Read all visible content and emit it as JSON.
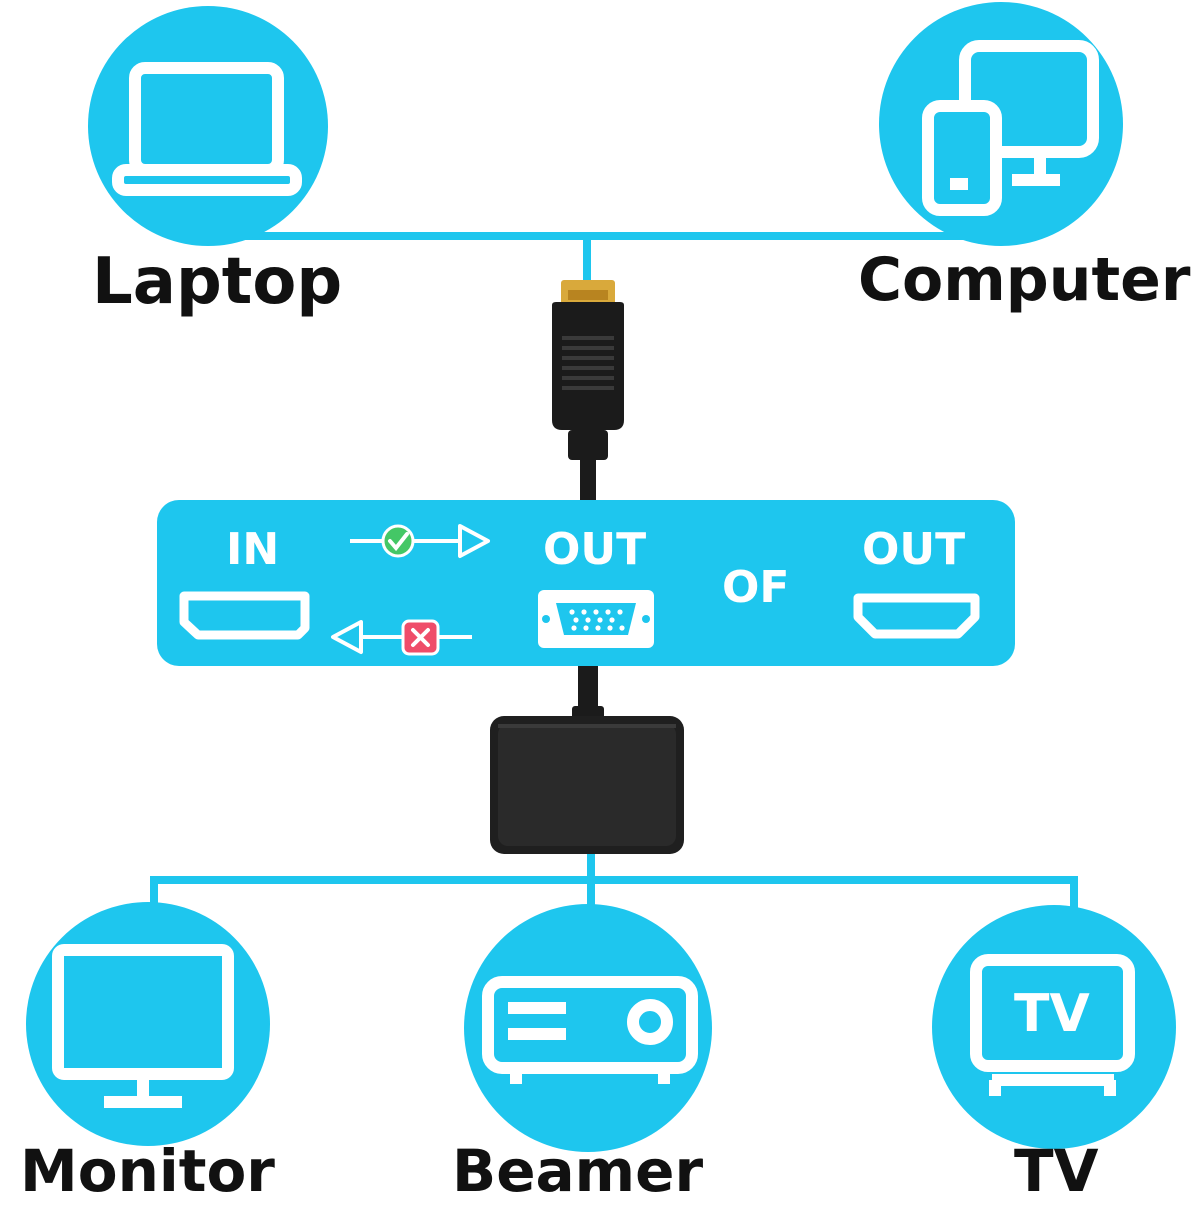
{
  "colors": {
    "accent": "#1ec6ee",
    "plug": "#1b1b1b",
    "gold": "#d9a93b",
    "ok": "#44c766",
    "no": "#ef4d6a",
    "text": "#111111"
  },
  "sources": [
    {
      "label": "Laptop",
      "icon": "laptop-icon"
    },
    {
      "label": "Computer",
      "icon": "computer-icon"
    }
  ],
  "panel": {
    "in_label": "IN",
    "out_vga_label": "OUT",
    "or_label": "OF",
    "out_hdmi_label": "OUT"
  },
  "targets": [
    {
      "label": "Monitor",
      "icon": "monitor-icon"
    },
    {
      "label": "Beamer",
      "icon": "projector-icon"
    },
    {
      "label": "TV",
      "icon": "tv-icon",
      "screen_text": "TV"
    }
  ]
}
